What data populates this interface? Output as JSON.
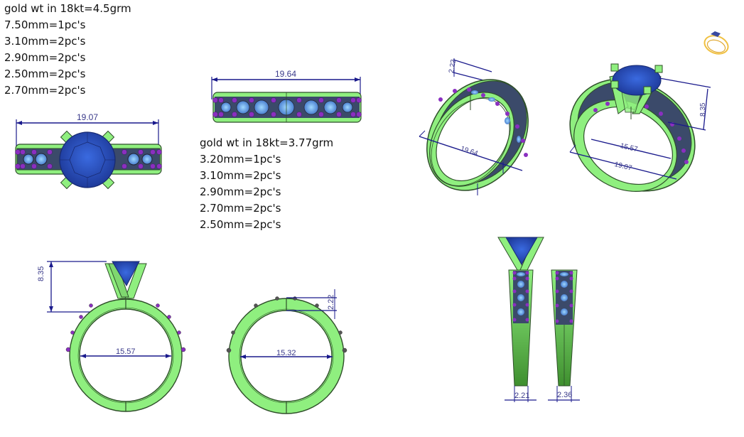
{
  "spec_ring_1": {
    "title": "gold wt in 18kt=4.5grm",
    "stones": [
      "7.50mm=1pc's",
      "3.10mm=2pc's",
      "2.90mm=2pc's",
      "2.50mm=2pc's",
      "2.70mm=2pc's"
    ]
  },
  "spec_ring_2": {
    "title": "gold wt in 18kt=3.77grm",
    "stones": [
      "3.20mm=1pc's",
      "3.10mm=2pc's",
      "2.90mm=2pc's",
      "2.70mm=2pc's",
      "2.50mm=2pc's"
    ]
  },
  "dimensions": {
    "engagement_top_width": "19.07",
    "band_top_width": "19.64",
    "engagement_side_height": "8.35",
    "engagement_inner_diameter": "15.57",
    "band_inner_diameter": "15.32",
    "band_thickness": "2.22",
    "engagement_shank_width": "2.21",
    "band_shank_width": "2.36",
    "iso_band_height": "2.22",
    "iso_band_width": "19.64",
    "iso_eng_height": "8.35",
    "iso_eng_inner": "15.57",
    "iso_eng_outer": "19.07"
  },
  "colors": {
    "metal": "#8fef7f",
    "metal_dark": "#2f4f2a",
    "center_stone": "#2f54c8",
    "accent_stone": "#7fbfff",
    "prong_ball": "#8a2fc0",
    "dimension_line": "#1a1a8c",
    "thumbnail_gold": "#f0c040"
  }
}
